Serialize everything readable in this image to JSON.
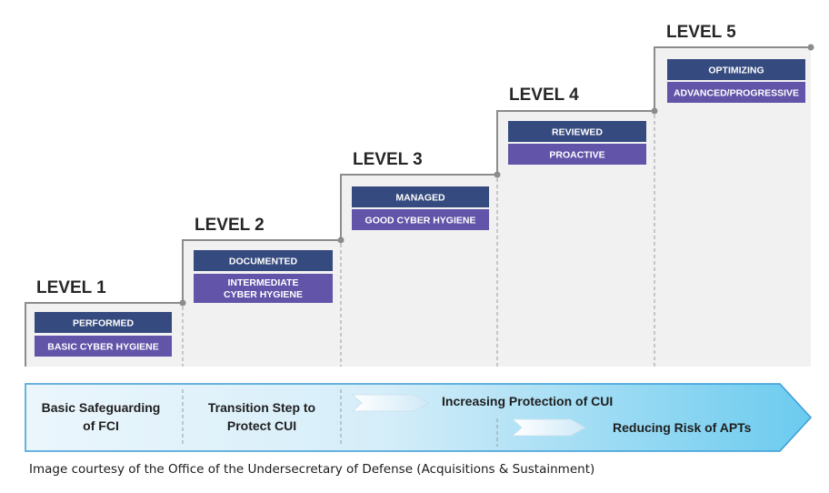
{
  "colors": {
    "practice_box": "#354a7e",
    "process_box": "#6254a8",
    "step_fill": "#f1f1f1",
    "step_line": "#8c8c8c",
    "arrow_light": "#ebf6fc",
    "arrow_dark": "#6bcbef",
    "arrow_border": "#3a9ad6"
  },
  "levels": [
    {
      "title": "LEVEL 1",
      "practice": "PERFORMED",
      "process": [
        "BASIC CYBER HYGIENE"
      ]
    },
    {
      "title": "LEVEL 2",
      "practice": "DOCUMENTED",
      "process": [
        "INTERMEDIATE",
        "CYBER HYGIENE"
      ]
    },
    {
      "title": "LEVEL 3",
      "practice": "MANAGED",
      "process": [
        "GOOD CYBER HYGIENE"
      ]
    },
    {
      "title": "LEVEL 4",
      "practice": "REVIEWED",
      "process": [
        "PROACTIVE"
      ]
    },
    {
      "title": "LEVEL 5",
      "practice": "OPTIMIZING",
      "process": [
        "ADVANCED/PROGRESSIVE"
      ]
    }
  ],
  "band": {
    "col1": [
      "Basic Safeguarding",
      "of FCI"
    ],
    "col2": [
      "Transition Step to",
      "Protect CUI"
    ],
    "protection": "Increasing Protection of CUI",
    "apt": "Reducing Risk of APTs"
  },
  "caption": "Image courtesy of the Office of the Undersecretary of Defense (Acquisitions & Sustainment)"
}
